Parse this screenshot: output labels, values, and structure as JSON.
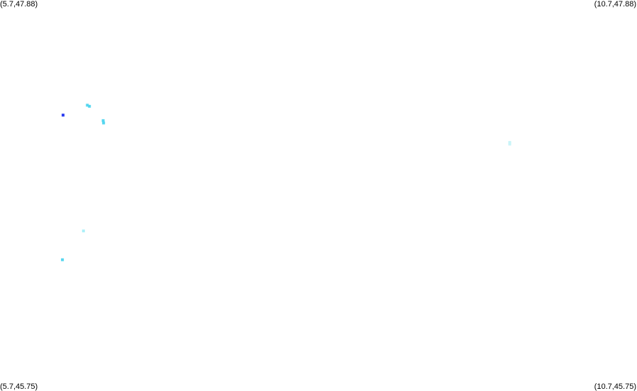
{
  "corners": {
    "top_left": "(5.7,47.88)",
    "top_right": "(10.7,47.88)",
    "bottom_left": "(5.7,45.75)",
    "bottom_right": "(10.7,45.75)"
  },
  "bounds": {
    "lon_min": 5.7,
    "lon_max": 10.7,
    "lat_min": 45.75,
    "lat_max": 47.88
  },
  "points": [
    {
      "lon": 6.195,
      "lat": 47.253,
      "color": "#2b3cf0"
    },
    {
      "lon": 6.386,
      "lat": 47.307,
      "color": "#55d6ef"
    },
    {
      "lon": 6.402,
      "lat": 47.301,
      "color": "#55d6ef"
    },
    {
      "lon": 6.51,
      "lat": 47.223,
      "color": "#55d6ef"
    },
    {
      "lon": 6.513,
      "lat": 47.21,
      "color": "#55d6ef"
    },
    {
      "lon": 6.355,
      "lat": 46.622,
      "color": "#aef1f8"
    },
    {
      "lon": 6.19,
      "lat": 46.465,
      "color": "#55d6ef"
    },
    {
      "lon": 9.701,
      "lat": 47.104,
      "color": "#c9f4f8"
    },
    {
      "lon": 9.701,
      "lat": 47.095,
      "color": "#c9f4f8"
    }
  ]
}
